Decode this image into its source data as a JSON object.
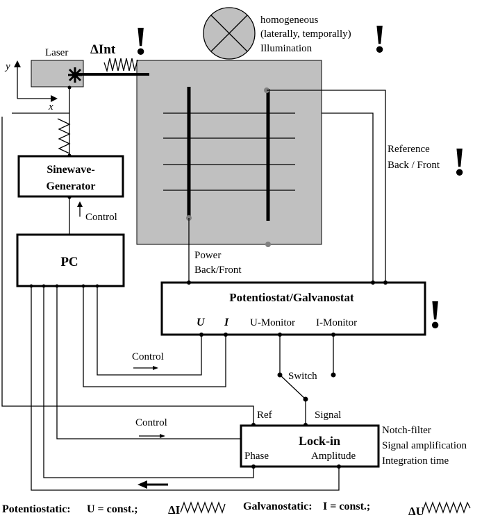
{
  "laser": {
    "label": "Laser",
    "delta_int": "ΔInt"
  },
  "axes": {
    "y": "y",
    "x": "x"
  },
  "illumination": {
    "lines": [
      "homogeneous",
      "(laterally, temporally)",
      "Illumination"
    ]
  },
  "reference": {
    "lines": [
      "Reference",
      "Back / Front"
    ]
  },
  "power": {
    "lines": [
      "Power",
      "Back/Front"
    ]
  },
  "sinewave": {
    "lines": [
      "Sinewave-",
      "Generator"
    ]
  },
  "control_labels": [
    "Control",
    "Control",
    "Control"
  ],
  "pc": {
    "label": "PC"
  },
  "potentiostat": {
    "title": "Potentiostat/Galvanostat",
    "u": "U",
    "i": "I",
    "u_monitor": "U-Monitor",
    "i_monitor": "I-Monitor"
  },
  "switch": {
    "label": "Switch"
  },
  "signal": {
    "label": "Signal"
  },
  "lockin": {
    "title": "Lock-in",
    "ref": "Ref",
    "phase": "Phase",
    "amplitude": "Amplitude"
  },
  "lockin_notes": [
    "Notch-filter",
    "Signal amplification",
    "Integration time"
  ],
  "footer": {
    "potentiostatic": "Potentiostatic:",
    "potentiostatic_cond": "U = const.;",
    "delta_i": "ΔI",
    "galvanostatic": "Galvanostatic:",
    "galvanostatic_cond": "I = const.;",
    "delta_u": "ΔU"
  },
  "exclaim": "!"
}
